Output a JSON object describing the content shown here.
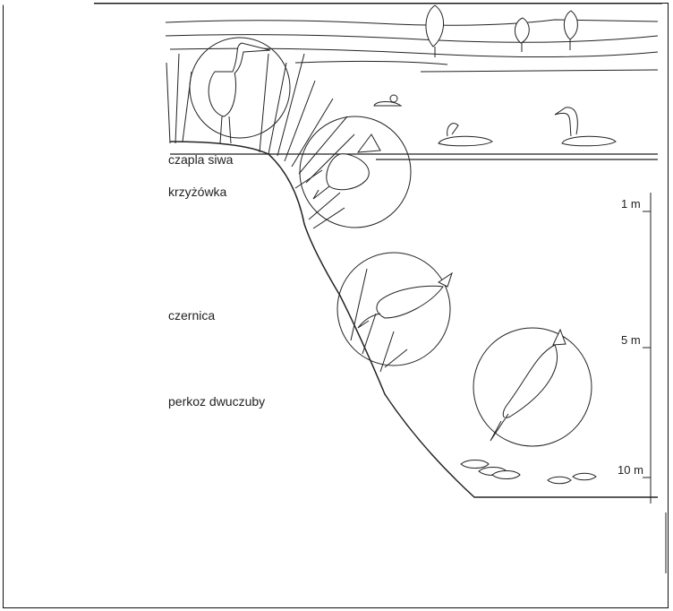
{
  "labels": {
    "heron": "czapla siwa",
    "mallard": "krzyżówka",
    "pochard": "czernica",
    "grebe": "perkoz dwuczuby"
  },
  "depth_scale": {
    "ticks": [
      "1 m",
      "5 m",
      "10 m"
    ]
  }
}
